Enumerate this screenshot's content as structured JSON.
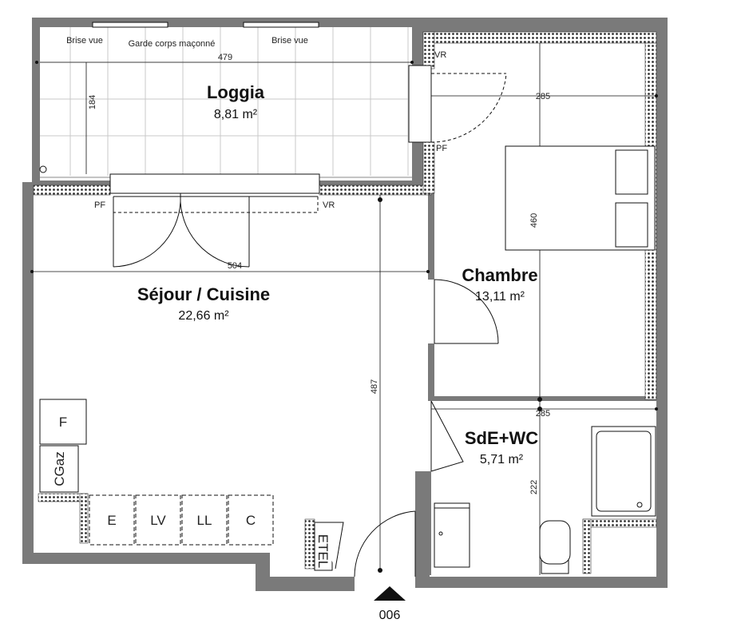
{
  "rooms": {
    "loggia": {
      "name": "Loggia",
      "area": "8,81 m²"
    },
    "sejour": {
      "name": "Séjour / Cuisine",
      "area": "22,66 m²"
    },
    "chambre": {
      "name": "Chambre",
      "area": "13,11 m²"
    },
    "sde": {
      "name": "SdE+WC",
      "area": "5,71 m²"
    }
  },
  "dimensions": {
    "loggia_width": "479",
    "loggia_depth": "184",
    "chambre_width": "285",
    "chambre_depth": "460",
    "sejour_width": "504",
    "sejour_depth": "487",
    "sde_width": "285",
    "sde_depth": "222"
  },
  "annotations": {
    "brise_vue": "Brise vue",
    "garde_corps": "Garde corps maçonné",
    "pf": "PF",
    "vr": "VR"
  },
  "equipment": {
    "fridge": "F",
    "gas_meter": "CGaz",
    "e": "E",
    "lv": "LV",
    "ll": "LL",
    "c": "C",
    "etel": "ETEL"
  },
  "entry": {
    "label": "006"
  },
  "colors": {
    "wall": "#7a7a7a",
    "insulation": "#4a4a4a",
    "tile": "#cfcfcf",
    "line": "#111111"
  }
}
